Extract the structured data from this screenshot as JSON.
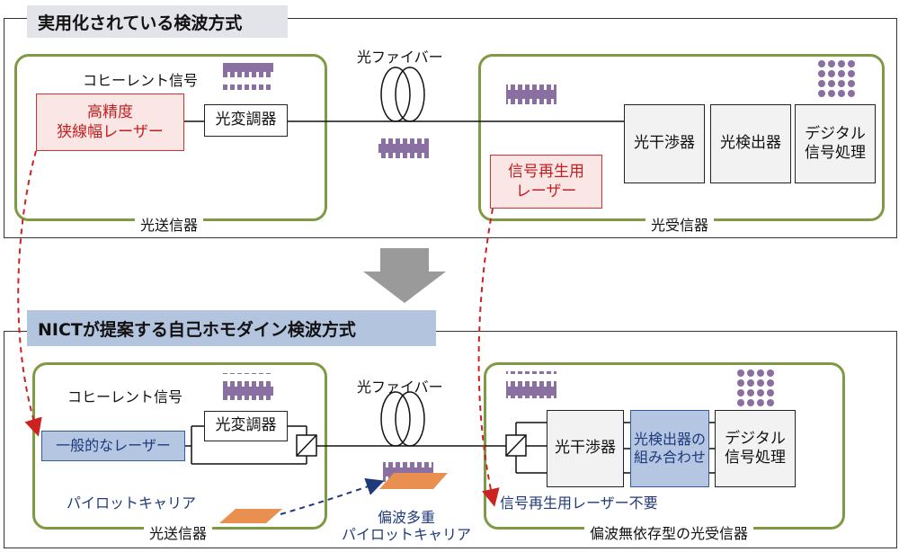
{
  "top": {
    "title": "実用化されている検波方式",
    "tx_label": "光送信器",
    "rx_label": "光受信器",
    "coherent_signal": "コヒーレント信号",
    "laser": "高精度\n狭線幅レーザー",
    "modulator": "光変調器",
    "fiber": "光ファイバー",
    "interferometer": "光干渉器",
    "detector": "光検出器",
    "dsp": "デジタル\n信号処理",
    "regen_laser": "信号再生用\nレーザー"
  },
  "bottom": {
    "title": "NICTが提案する自己ホモダイン検波方式",
    "tx_label": "光送信器",
    "rx_label": "偏波無依存型の光受信器",
    "coherent_signal": "コヒーレント信号",
    "laser": "一般的なレーザー",
    "modulator": "光変調器",
    "fiber": "光ファイバー",
    "interferometer": "光干渉器",
    "detector_combo": "光検出器の\n組み合わせ",
    "dsp": "デジタル\n信号処理",
    "pilot_carrier": "パイロットキャリア",
    "multiplexed_pilot": "偏波多重\nパイロットキャリア",
    "no_regen_laser": "信号再生用レーザー不要"
  },
  "colors": {
    "group_border": "#7e9a45",
    "title_bg_top": "#e3e3ea",
    "title_bg_bottom": "#b3c4df",
    "red": "#c22020",
    "blue": "#1f3a7a",
    "signal_purple": "#8a6fa3",
    "pilot_orange": "#e98f4f",
    "arrow_gray": "#9a9a9a"
  }
}
